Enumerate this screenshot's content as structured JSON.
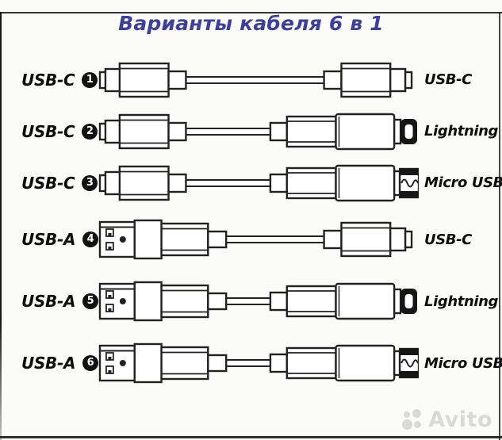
{
  "title": {
    "text": "Варианты кабеля 6 в 1"
  },
  "rows": [
    {
      "number": "1",
      "left_label": "USB-C",
      "left_plug": "usb-a-c",
      "left_plug_kind": "usb-c",
      "right_plug": "usb-c",
      "right_label": "USB-C"
    },
    {
      "number": "2",
      "left_label": "USB-C",
      "left_plug": "usb-a-c",
      "left_plug_kind": "usb-c",
      "right_plug": "lightning",
      "right_label": "Lightning"
    },
    {
      "number": "3",
      "left_label": "USB-C",
      "left_plug": "usb-a-c",
      "left_plug_kind": "usb-c",
      "right_plug": "micro-usb",
      "right_label": "Micro USB"
    },
    {
      "number": "4",
      "left_label": "USB-A",
      "left_plug": "usb-a",
      "left_plug_kind": "usb-a",
      "right_plug": "usb-c",
      "right_label": "USB-C"
    },
    {
      "number": "5",
      "left_label": "USB-A",
      "left_plug": "usb-a",
      "left_plug_kind": "usb-a",
      "right_plug": "lightning",
      "right_label": "Lightning"
    },
    {
      "number": "6",
      "left_label": "USB-A",
      "left_plug": "usb-a",
      "left_plug_kind": "usb-a",
      "right_plug": "micro-usb",
      "right_label": "Micro USB"
    }
  ],
  "watermark": {
    "text": "Avito"
  },
  "colors": {
    "title": "#3b3f9e",
    "line_art": "#222222",
    "label_text": "#0d0d0d",
    "badge": "#111111",
    "watermark": "#d9d9d6",
    "background": "#fbfbfa"
  }
}
